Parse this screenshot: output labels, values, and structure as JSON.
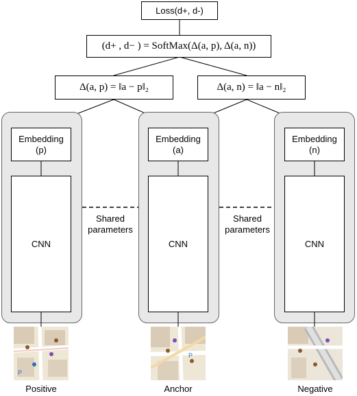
{
  "nodes": {
    "loss": "Loss(d+, d-)",
    "softmax": "(d+ , d− ) = SoftMax(Δ(a, p), Δ(a, n))",
    "delta_ap": "Δ(a, p) = ‖a − p‖₂",
    "delta_an": "Δ(a, n) = ‖a − n‖₂",
    "embedding_p": [
      "Embedding",
      "(p)"
    ],
    "embedding_a": [
      "Embedding",
      "(a)"
    ],
    "embedding_n": [
      "Embedding",
      "(n)"
    ],
    "cnn_p": "CNN",
    "cnn_a": "CNN",
    "cnn_n": "CNN"
  },
  "shared_left": [
    "Shared",
    "parameters"
  ],
  "shared_right": [
    "Shared",
    "parameters"
  ],
  "captions": {
    "positive": "Positive",
    "anchor": "Anchor",
    "negative": "Negative"
  }
}
